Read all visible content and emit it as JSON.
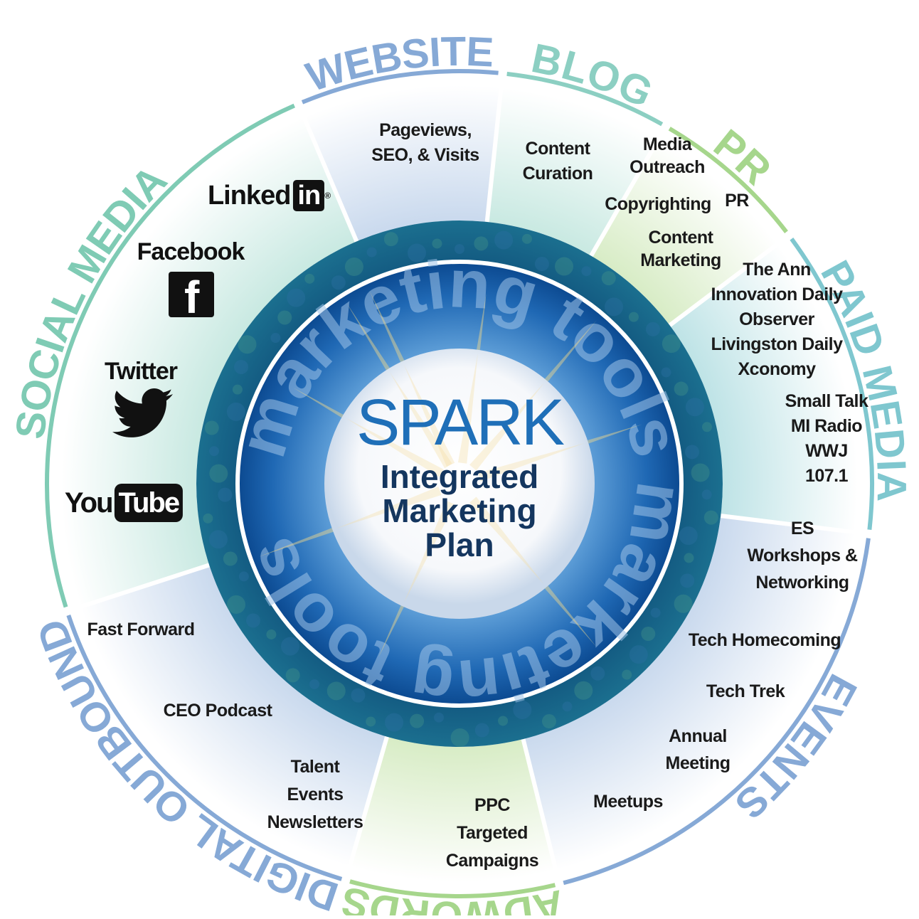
{
  "center": {
    "title": "SPARK",
    "subtitle_lines": [
      "Integrated",
      "Marketing",
      "Plan"
    ],
    "ring_text": "marketing tools marketing tools"
  },
  "segments": [
    {
      "id": "website",
      "title": "WEBSITE",
      "color": "#86a9d6",
      "items": [
        "Pageviews,",
        "SEO, & Visits"
      ]
    },
    {
      "id": "blog",
      "title": "BLOG",
      "color": "#8ccfc2",
      "items": [
        "Content",
        "Curation"
      ]
    },
    {
      "id": "pr",
      "title": "PR",
      "color": "#a6d68c",
      "items": [
        "Media",
        "Outreach",
        "Copyrighting",
        "PR",
        "Content",
        "Marketing"
      ]
    },
    {
      "id": "paid_media",
      "title": "PAID MEDIA",
      "color": "#7fc7cf",
      "items": [
        "The Ann",
        "Innovation Daily",
        "Observer",
        "Livingston Daily",
        "Xconomy",
        "Small Talk",
        "MI Radio",
        "WWJ",
        "107.1"
      ]
    },
    {
      "id": "events",
      "title": "EVENTS",
      "color": "#86a9d6",
      "items": [
        "ES",
        "Workshops &",
        "Networking",
        "Tech Homecoming",
        "Tech Trek",
        "Annual",
        "Meeting",
        "Meetups"
      ]
    },
    {
      "id": "adwords",
      "title": "ADWORDS",
      "color": "#a6d68c",
      "items": [
        "PPC",
        "Targeted",
        "Campaigns"
      ]
    },
    {
      "id": "digital_outbound",
      "title": "DIGITAL OUTBOUND",
      "color": "#86a9d6",
      "items": [
        "Fast Forward",
        "CEO Podcast",
        "Talent",
        "Events",
        "Newsletters"
      ]
    },
    {
      "id": "social_media",
      "title": "SOCIAL MEDIA",
      "color": "#7fcbb4",
      "items": [
        "Linked",
        "in",
        "Facebook",
        "Twitter",
        "You",
        "Tube"
      ]
    }
  ],
  "icons": [
    "linkedin-logo",
    "facebook-icon",
    "twitter-bird-icon",
    "youtube-logo"
  ]
}
